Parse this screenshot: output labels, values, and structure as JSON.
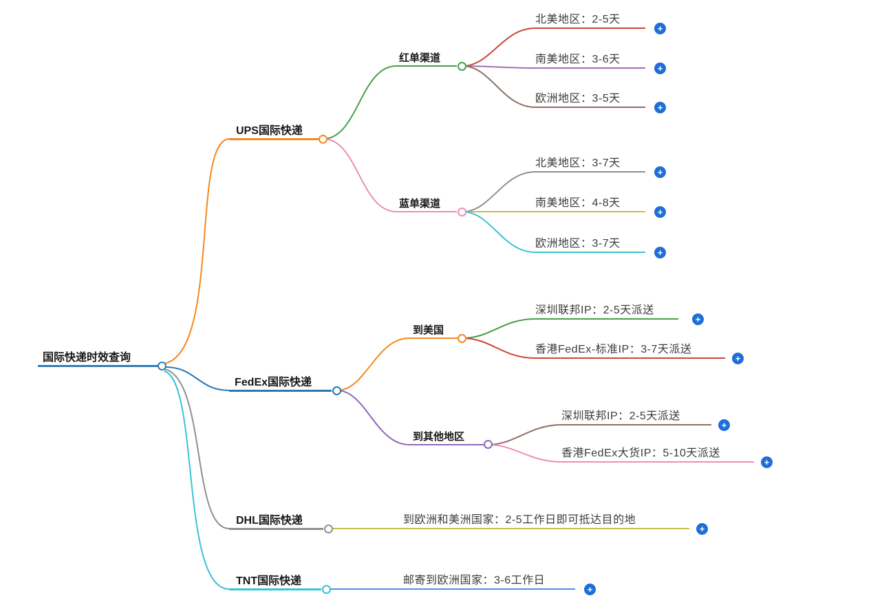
{
  "diagram": {
    "canvas_bg": "#ffffff",
    "plus": {
      "glyph": "+",
      "color": "#1e6ed8"
    },
    "root": {
      "label": "国际快递时效查询",
      "color": "#2e7cb8"
    },
    "branches": [
      {
        "label": "UPS国际快递",
        "color": "#f5871f",
        "children": [
          {
            "label": "红单渠道",
            "color": "#43a047",
            "children": [
              {
                "label": "北美地区：2-5天",
                "color": "#cc4437"
              },
              {
                "label": "南美地区：3-6天",
                "color": "#9e6fb8"
              },
              {
                "label": "欧洲地区：3-5天",
                "color": "#8d6e63"
              }
            ]
          },
          {
            "label": "蓝单渠道",
            "color": "#f08cb5",
            "children": [
              {
                "label": "北美地区：3-7天",
                "color": "#8f8f8f"
              },
              {
                "label": "南美地区：4-8天",
                "color": "#c8bc4a"
              },
              {
                "label": "欧洲地区：3-7天",
                "color": "#35c4d7"
              }
            ]
          }
        ]
      },
      {
        "label": "FedEx国际快递",
        "color": "#2878b0",
        "children": [
          {
            "label": "到美国",
            "color": "#f5871f",
            "children": [
              {
                "label": "深圳联邦IP：2-5天派送",
                "color": "#43a047"
              },
              {
                "label": "香港FedEx-标准IP：3-7天派送",
                "color": "#cc4437"
              }
            ]
          },
          {
            "label": "到其他地区",
            "color": "#8968b8",
            "children": [
              {
                "label": "深圳联邦IP：2-5天派送",
                "color": "#8d6e63"
              },
              {
                "label": "香港FedEx大货IP：5-10天派送",
                "color": "#f08cb5"
              }
            ]
          }
        ]
      },
      {
        "label": "DHL国际快递",
        "color": "#8f8f8f",
        "children": [
          {
            "label": "到欧洲和美洲国家：2-5工作日即可抵达目的地",
            "color": "#c8bc4a"
          }
        ]
      },
      {
        "label": "TNT国际快递",
        "color": "#35c4d7",
        "children": [
          {
            "label": "邮寄到欧洲国家：3-6工作日",
            "color": "#4a90d9"
          }
        ]
      }
    ]
  }
}
